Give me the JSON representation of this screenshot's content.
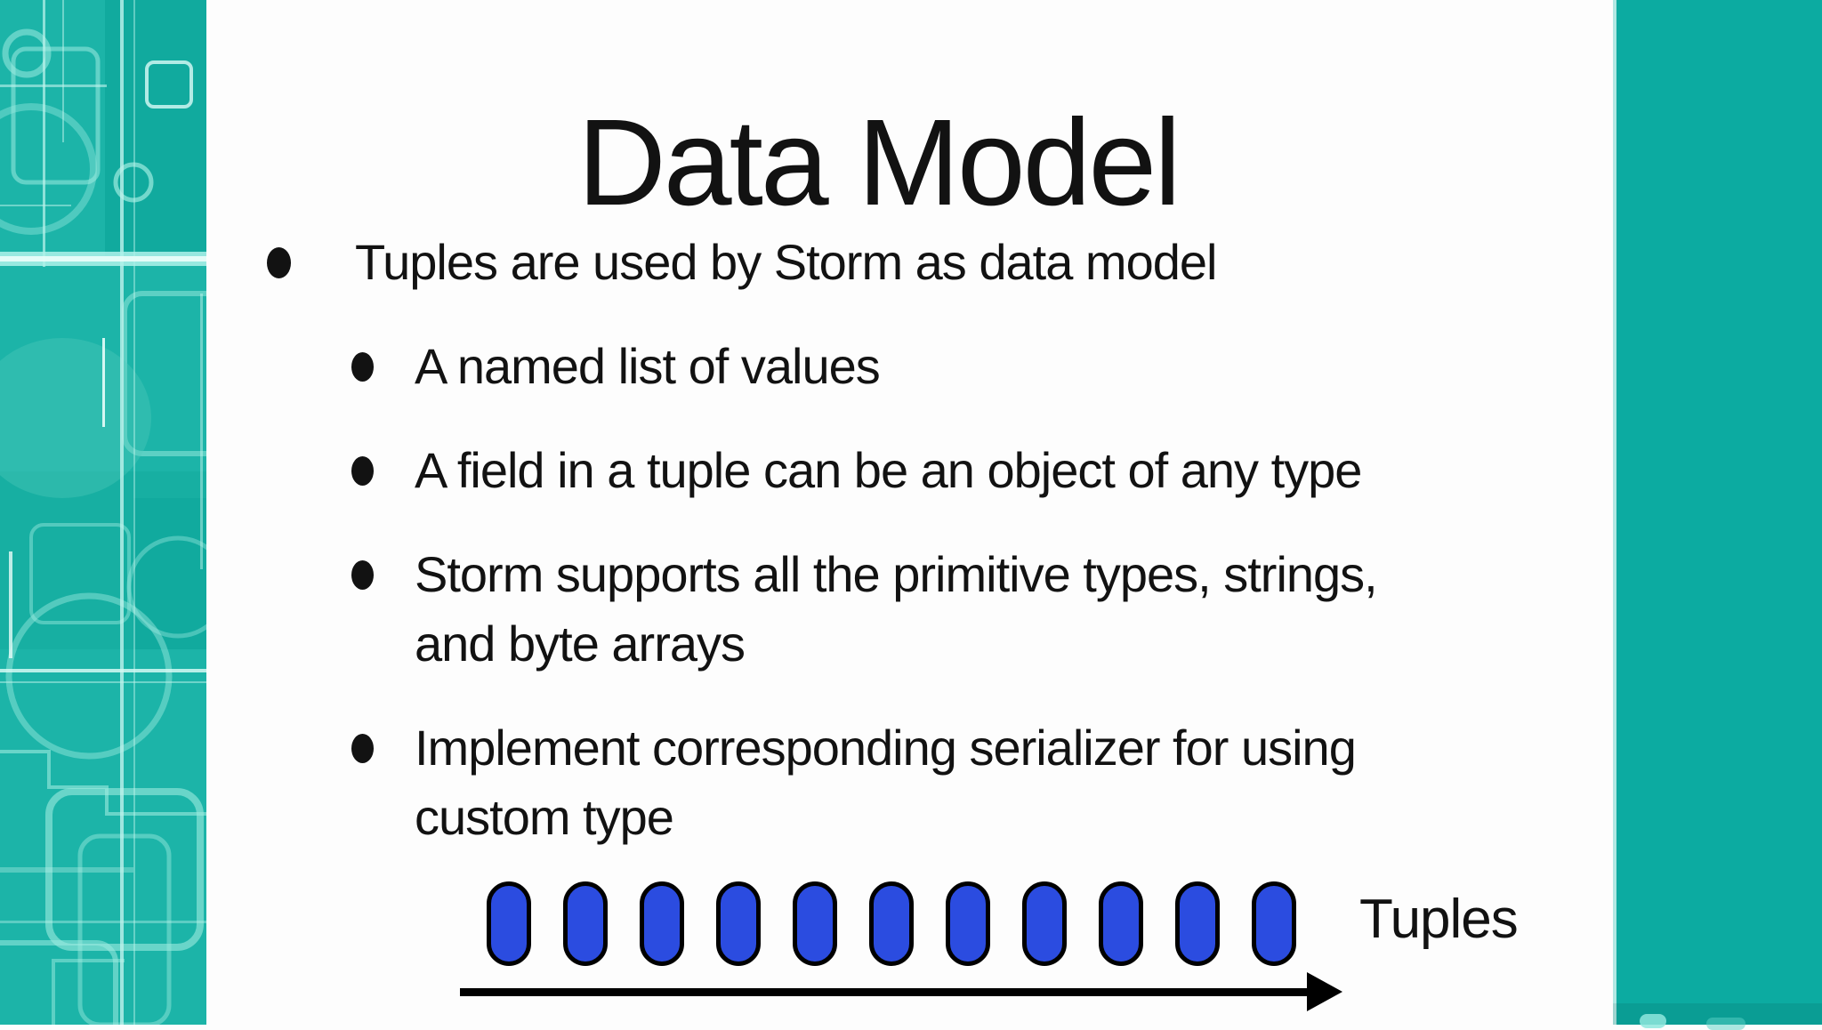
{
  "slide": {
    "title": "Data Model",
    "bullets": [
      {
        "level": 1,
        "lines": [
          "Tuples are used by Storm as data model"
        ]
      },
      {
        "level": 2,
        "lines": [
          "A named list of values"
        ]
      },
      {
        "level": 2,
        "lines": [
          "A field in a tuple can be an object of any type"
        ]
      },
      {
        "level": 2,
        "lines": [
          "Storm supports all the primitive types, strings,",
          "and byte arrays"
        ]
      },
      {
        "level": 2,
        "lines": [
          "Implement corresponding serializer for using",
          "custom type"
        ]
      }
    ],
    "diagram": {
      "tuple_count": 11,
      "label": "Tuples"
    }
  },
  "theme": {
    "left_band_color": "#1cb4a8",
    "right_band_color": "#0caba1",
    "slide_background": "#fdfdfd",
    "text_color": "#121212",
    "pattern_line_color": "#9debe0",
    "pill_fill": "#2b4ce0",
    "pill_border": "#000000",
    "arrow_color": "#000000"
  }
}
